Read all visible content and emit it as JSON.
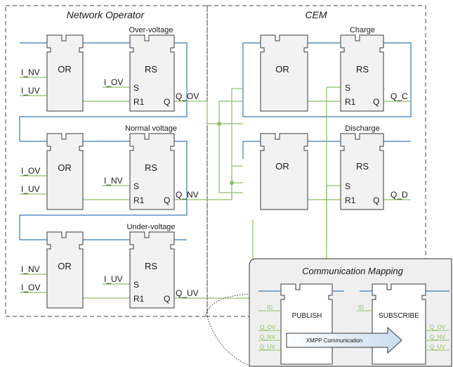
{
  "regions": {
    "network_operator": "Network Operator",
    "cem": "CEM",
    "communication_mapping": "Communication Mapping"
  },
  "block_titles": {
    "over_voltage": "Over-voltage",
    "normal_voltage": "Normal voltage",
    "under_voltage": "Under-voltage",
    "charge": "Charge",
    "discharge": "Discharge"
  },
  "block_types": {
    "or": "OR",
    "rs": "RS"
  },
  "rs_pins": {
    "s": "S",
    "r1": "R1",
    "q": "Q"
  },
  "signals": {
    "i_nv": "I_NV",
    "i_uv": "I_UV",
    "i_ov": "I_OV",
    "q_ov": "Q_OV",
    "q_nv": "Q_NV",
    "q_uv": "Q_UV",
    "q_c": "Q_C",
    "q_d": "Q_D"
  },
  "mapping": {
    "publish": "PUBLISH",
    "subscribe": "SUBSCRIBE",
    "id": "ID",
    "arrow_label": "XMPP Communication",
    "q_ov": "Q_OV",
    "q_nv": "Q_NV",
    "q_uv": "Q_UV"
  },
  "colors": {
    "event_line": "#3a7ab8",
    "data_line": "#8cc063",
    "block_fill": "#f2f2f2",
    "block_stroke": "#3a3a3a",
    "inset_fill": "#efefef"
  }
}
